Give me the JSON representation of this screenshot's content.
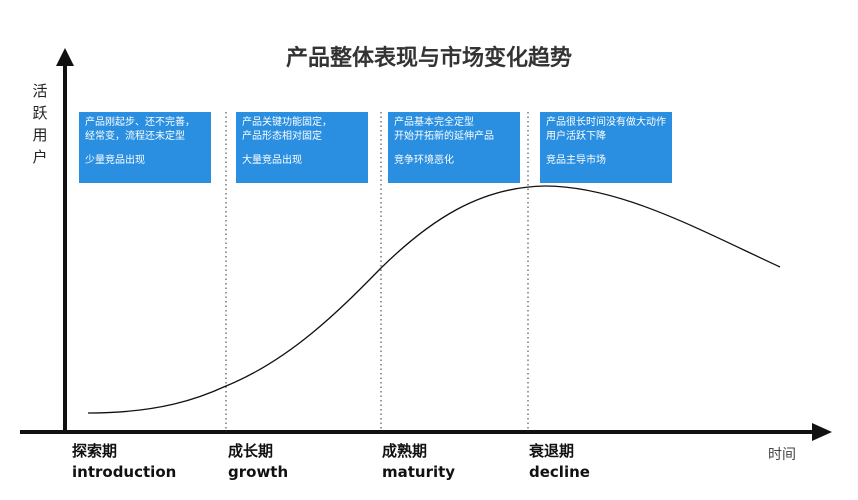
{
  "title": "产品整体表现与市场变化趋势",
  "y_axis_label": "活跃用户",
  "x_axis_label": "时间",
  "colors": {
    "box": "#2a8fe0",
    "axis": "#111111"
  },
  "stages": [
    {
      "cn": "探索期",
      "en": "introduction",
      "lines": [
        "产品刚起步、还不完善，",
        "经常变，流程还未定型"
      ],
      "note": "少量竞品出现"
    },
    {
      "cn": "成长期",
      "en": "growth",
      "lines": [
        "产品关键功能固定，",
        "产品形态相对固定"
      ],
      "note": "大量竞品出现"
    },
    {
      "cn": "成熟期",
      "en": "maturity",
      "lines": [
        "产品基本完全定型",
        "开始开拓新的延伸产品"
      ],
      "note": "竞争环境恶化"
    },
    {
      "cn": "衰退期",
      "en": "decline",
      "lines": [
        "产品很长时间没有做大动作",
        "用户活跃下降"
      ],
      "note": "竞品主导市场"
    }
  ]
}
